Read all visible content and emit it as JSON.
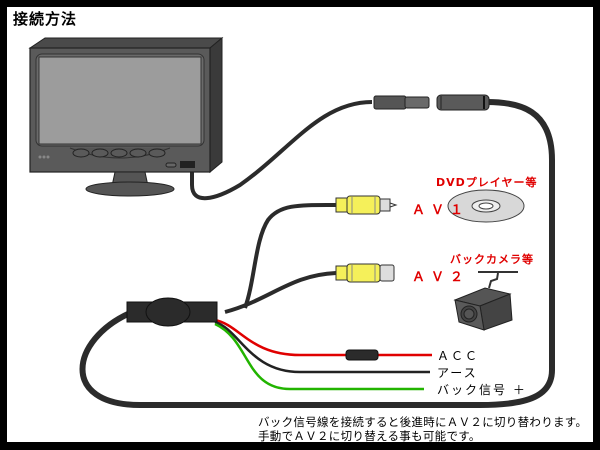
{
  "title": "接続方法",
  "devices": {
    "monitor": "monitor",
    "dvd_label": "DVDプレイヤー等",
    "camera_label": "バックカメラ等"
  },
  "inputs": {
    "av1": "ＡＶ１",
    "av2": "ＡＶ２"
  },
  "wires": [
    {
      "label": "ＡＣＣ",
      "color": "#e00000"
    },
    {
      "label": "アース",
      "color": "#222222"
    },
    {
      "label": "バック信号 ＋",
      "color": "#22b400"
    }
  ],
  "colors": {
    "rca_plug": "#f5f05a",
    "cable": "#2b2b2b",
    "label_red": "#e00000"
  },
  "notes": [
    "バック信号線を接続すると後進時にＡＶ２に切り替わります。",
    "手動でＡＶ２に切り替える事も可能です。"
  ]
}
